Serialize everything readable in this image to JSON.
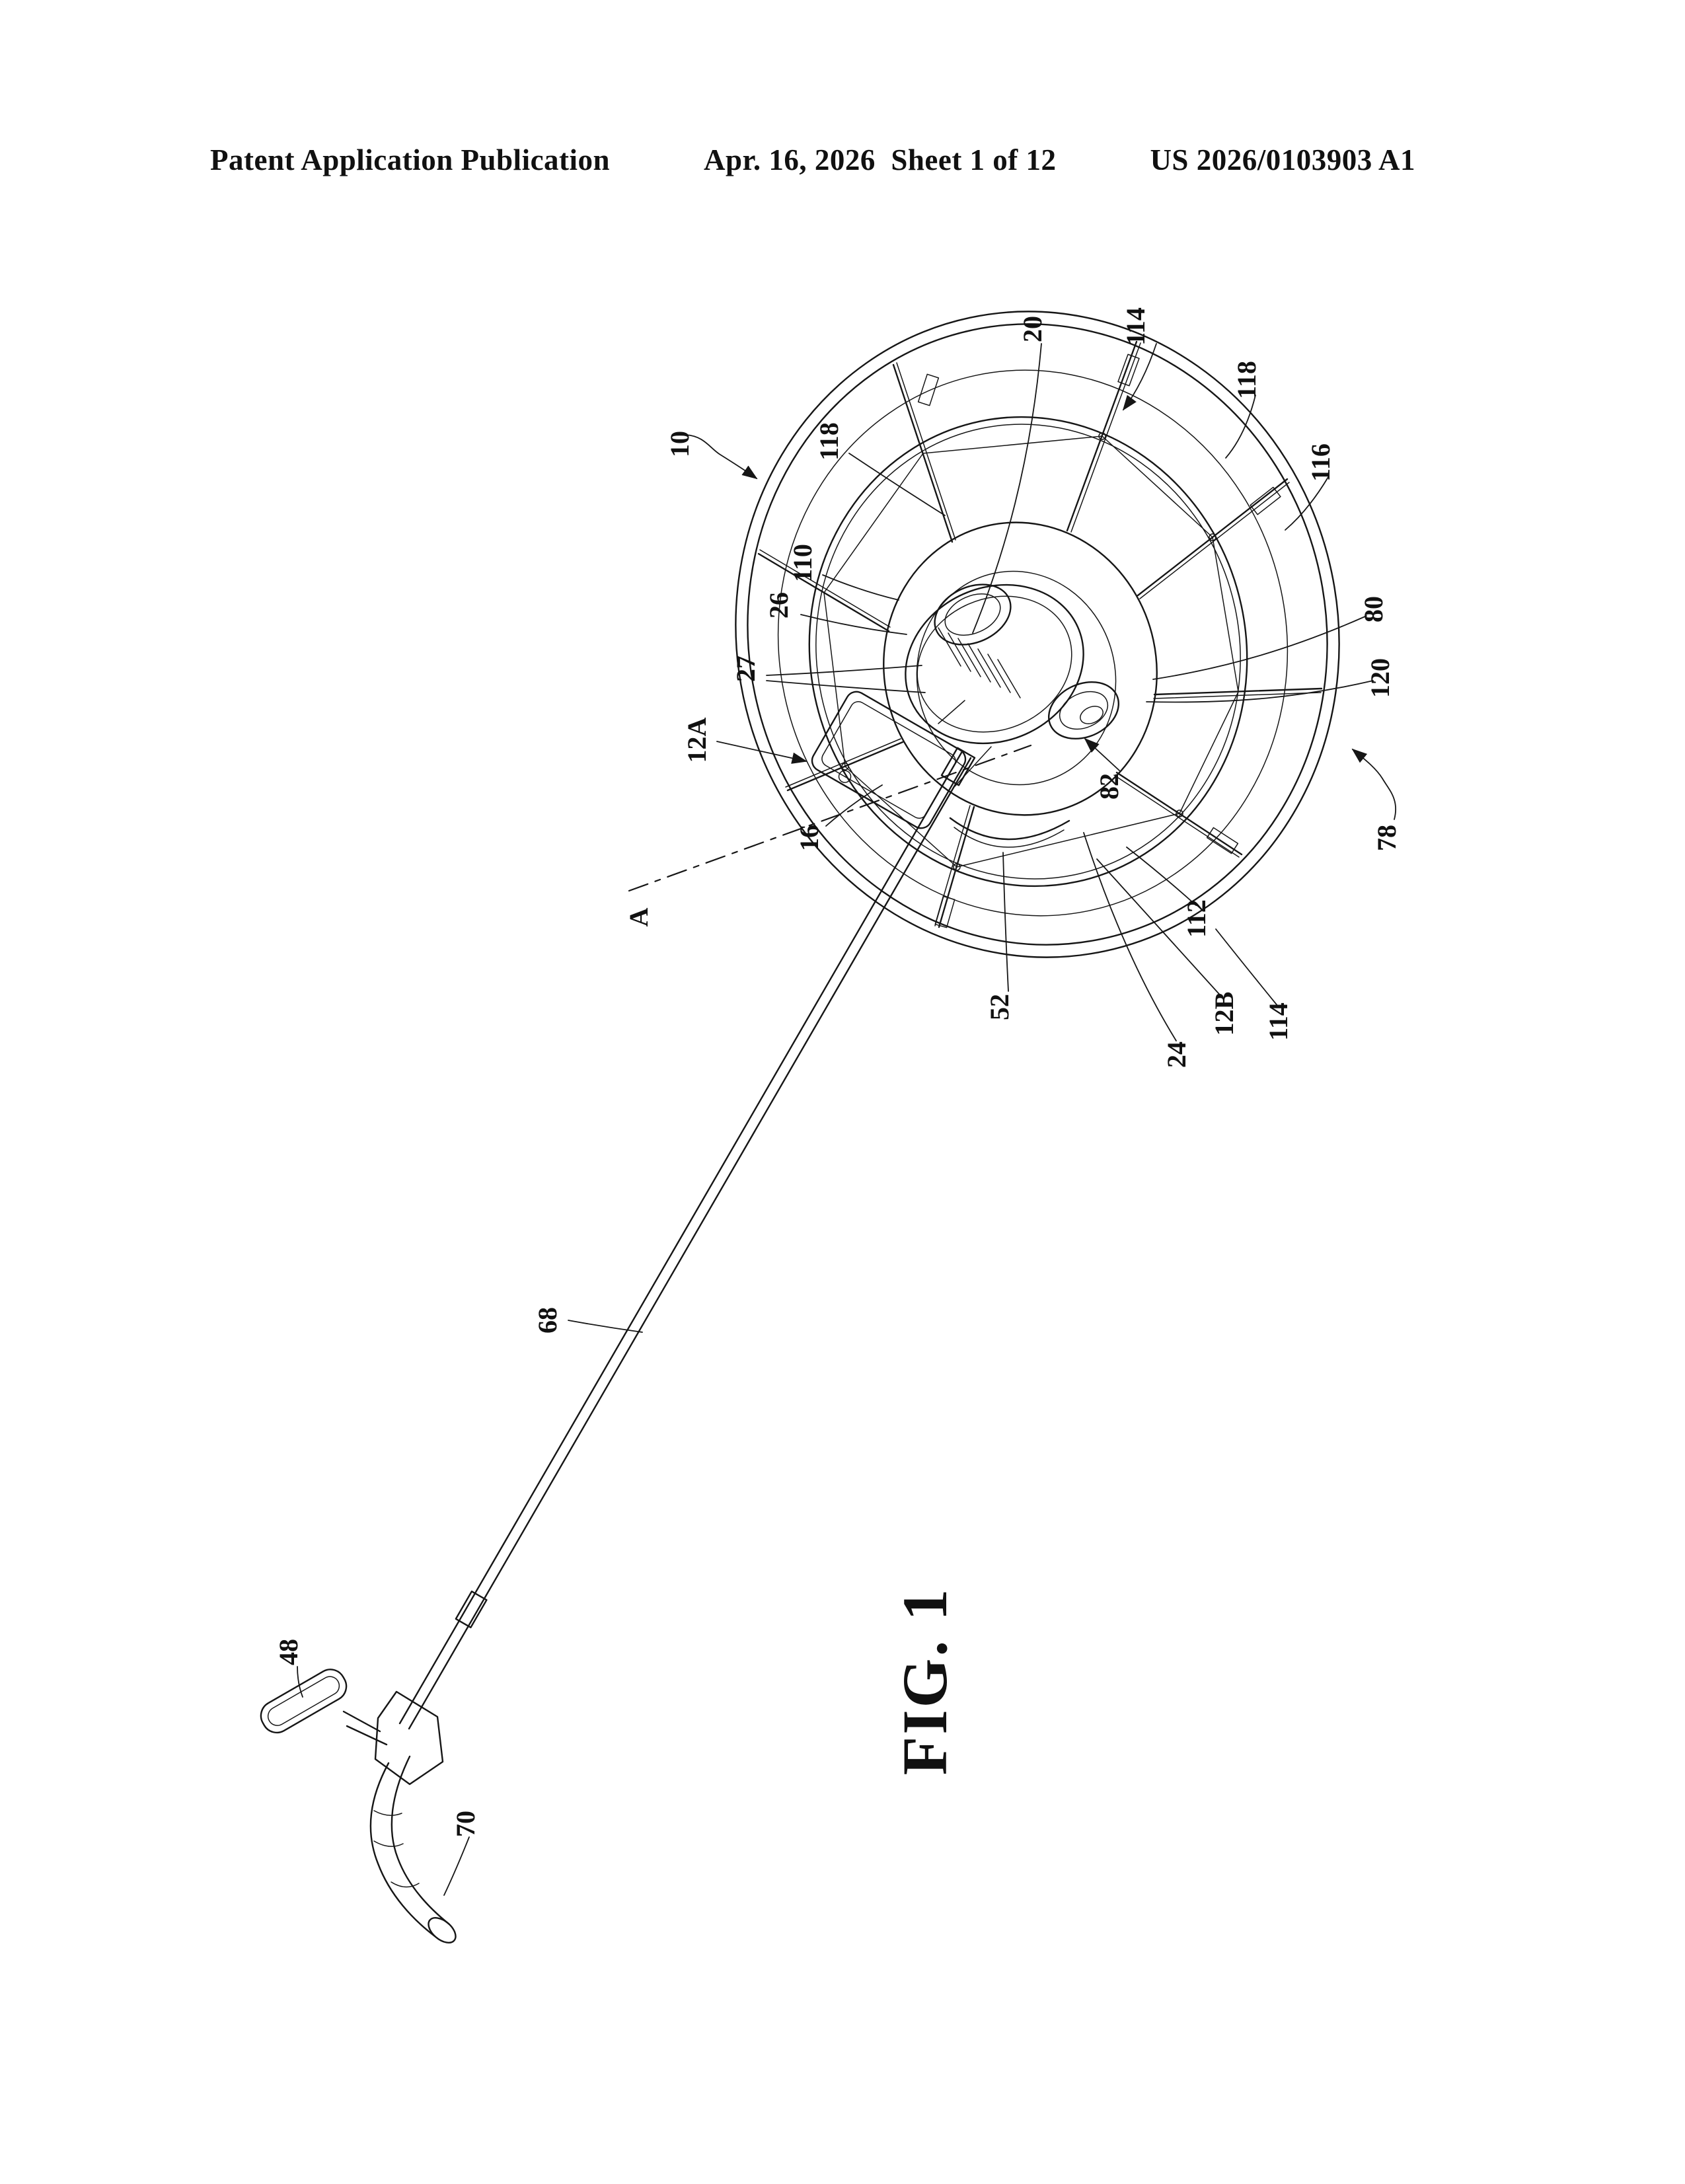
{
  "header": {
    "left": "Patent Application Publication",
    "center": "Apr. 16, 2026  Sheet 1 of 12",
    "right": "US 2026/0103903 A1"
  },
  "figure": {
    "caption": "FIG. 1",
    "labels": [
      "10",
      "20",
      "114",
      "118",
      "116",
      "118",
      "110",
      "26",
      "27",
      "12A",
      "16",
      "A",
      "80",
      "120",
      "78",
      "82",
      "112",
      "12B",
      "114",
      "52",
      "24",
      "68",
      "48",
      "70"
    ]
  }
}
